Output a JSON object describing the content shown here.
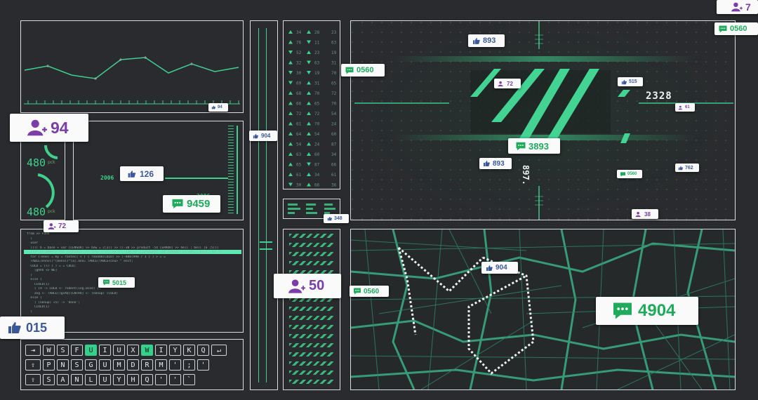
{
  "colors": {
    "background": "#2a2b2e",
    "accent": "#3fd08c",
    "like": "#3b5998",
    "user": "#7a3ea8",
    "comment": "#1faa5c"
  },
  "badges": {
    "user_94": {
      "icon": "user-icon",
      "value": "94"
    },
    "user_50": {
      "icon": "user-icon",
      "value": "50"
    },
    "user_72_code": {
      "icon": "user-icon",
      "value": "72"
    },
    "user_72_hero": {
      "icon": "user-icon",
      "value": "72"
    },
    "user_38": {
      "icon": "user-icon",
      "value": "38"
    },
    "user_61": {
      "icon": "user-icon",
      "value": "61"
    },
    "user_7": {
      "icon": "user-icon",
      "value": "7"
    },
    "like_015": {
      "icon": "thumbs-up-icon",
      "value": "015"
    },
    "like_126": {
      "icon": "thumbs-up-icon",
      "value": "126"
    },
    "like_904_mid": {
      "icon": "thumbs-up-icon",
      "value": "904"
    },
    "like_904_map": {
      "icon": "thumbs-up-icon",
      "value": "904"
    },
    "like_893_top": {
      "icon": "thumbs-up-icon",
      "value": "893"
    },
    "like_893_low": {
      "icon": "thumbs-up-icon",
      "value": "893"
    },
    "like_348": {
      "icon": "thumbs-up-icon",
      "value": "348"
    },
    "like_94_chart": {
      "icon": "thumbs-up-icon",
      "value": "94"
    },
    "like_515": {
      "icon": "thumbs-up-icon",
      "value": "515"
    },
    "like_762": {
      "icon": "thumbs-up-icon",
      "value": "762"
    },
    "comment_0560_top": {
      "icon": "comment-icon",
      "value": "0560"
    },
    "comment_0560_mid": {
      "icon": "comment-icon",
      "value": "0560"
    },
    "comment_0560_low": {
      "icon": "comment-icon",
      "value": "0560"
    },
    "comment_9459": {
      "icon": "comment-icon",
      "value": "9459"
    },
    "comment_5015": {
      "icon": "comment-icon",
      "value": "5015"
    },
    "comment_3893": {
      "icon": "comment-icon",
      "value": "3893"
    },
    "comment_4904": {
      "icon": "comment-icon",
      "value": "4904"
    },
    "comment_0560_small": {
      "icon": "comment-icon",
      "value": "0560"
    }
  },
  "gauges": {
    "top_value": "480",
    "bottom_value": "480",
    "unit": "pck"
  },
  "bar_panel": {
    "left_label": "2006",
    "right_label": "2006"
  },
  "hero": {
    "number_a": "2328",
    "number_b": "897."
  },
  "keyboard": {
    "row1": [
      "⇥",
      "W",
      "S",
      "F",
      "U",
      "I",
      "U",
      "X",
      "W",
      "I",
      "Y",
      "K",
      "Q",
      "↵"
    ],
    "row2": [
      "⇧",
      "P",
      "N",
      "S",
      "G",
      "U",
      "M",
      "D",
      "R",
      "M",
      "'",
      ";",
      "'"
    ],
    "row3": [
      "⇧",
      "S",
      "A",
      "N",
      "L",
      "U",
      "Y",
      "H",
      "Q",
      "'",
      "'",
      "`"
    ]
  },
  "code_lines": [
    "from >> FORK",
    "  )",
    "  user",
    "  (((( b = base + var [CENSOR] >> bow = 2;3)) >> ((-30 >> product -54 [ERROR] >> hell ; bell ]a ;5(((",
    "  (((( >> base + var (CENSOR)  >> (now 2;3)) >> 1 - (28 >> 1 product) -54 [ERROR] >> bell, ball; ]a) ((",
    "  for (lenel = my = rantec] < ) { random(COLD) >> [-888(998 / 1 } ) > = = `",
    "  TABLE(ennsl)^(benss)^(a}.ann= TABLE(TABLE<cnu> ^ enct;",
    "  COLD = (s) ) ) = = COLD;",
    "    [ghhh <> WE]",
    "  )",
    "  else (",
    "    CIOLD(1)",
    "    ( (9 -> COLD <- rodent(ing.Dcne) );",
    "    zeg <- TABLE(TgsAQ)[ENTRO] <- (nenup) (COLD)",
    "  else (",
    "    ( (nenup) <5) -> 'done';",
    "    CIOLD(1)",
    "  )"
  ],
  "arrows_grid": {
    "left": [
      "34",
      "76",
      "52",
      "32",
      "30",
      "69",
      "68",
      "66",
      "72",
      "61",
      "64",
      "54",
      "63",
      "65",
      "61",
      "30"
    ],
    "right": [
      "28",
      "11",
      "23",
      "63",
      "19",
      "31",
      "70",
      "65",
      "72",
      "70",
      "54",
      "24",
      "60",
      "87",
      "34",
      "66",
      "61",
      "36"
    ]
  }
}
